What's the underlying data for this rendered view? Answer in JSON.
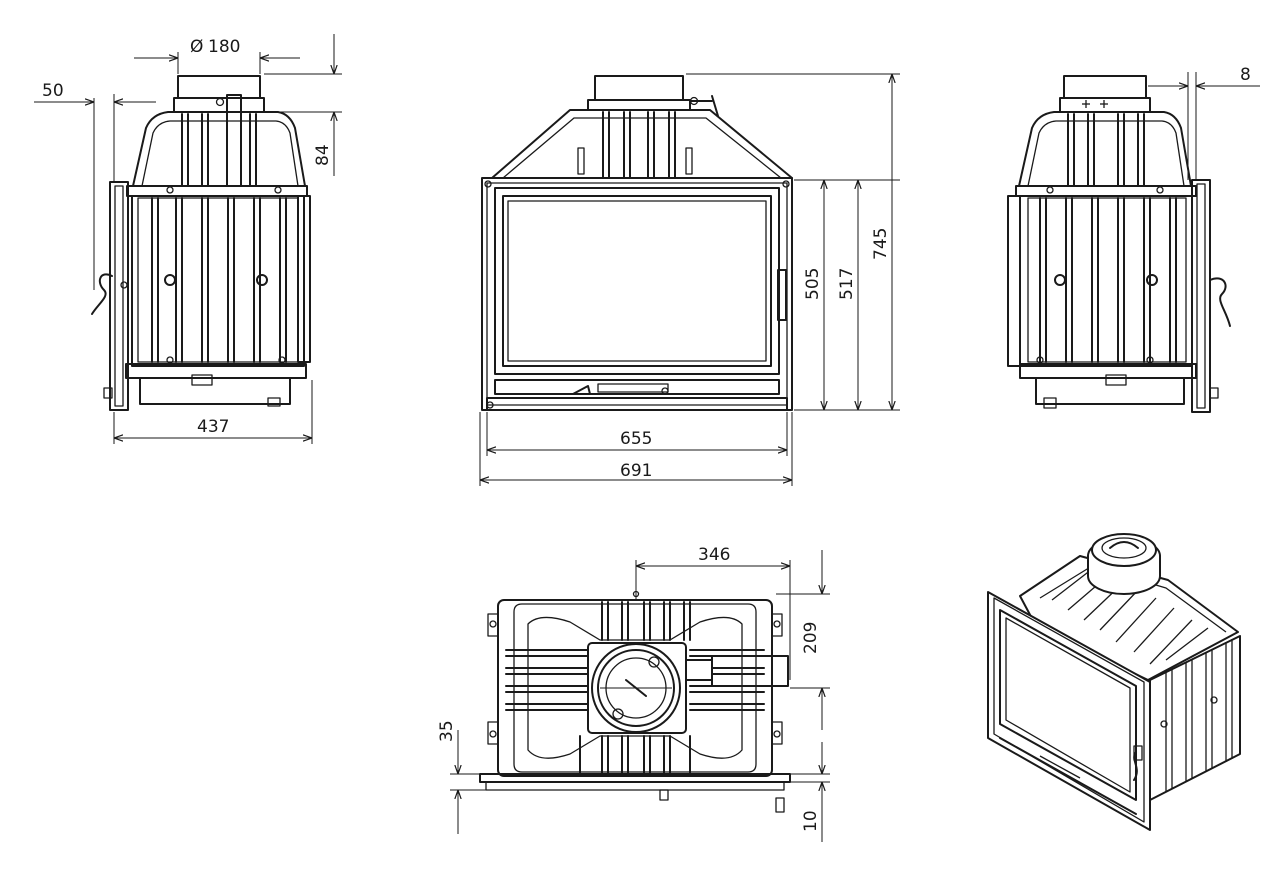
{
  "dimensions": {
    "flue_diameter": "180",
    "offset_50": "50",
    "height_84": "84",
    "depth_437": "437",
    "inner_width_655": "655",
    "outer_width_691": "691",
    "height_505": "505",
    "height_517": "517",
    "height_745": "745",
    "offset_8": "8",
    "top_346": "346",
    "top_209": "209",
    "top_35": "35",
    "top_10": "10"
  },
  "symbols": {
    "diameter": "Ø"
  },
  "colors": {
    "line": "#1a1a1a",
    "background": "#ffffff"
  }
}
